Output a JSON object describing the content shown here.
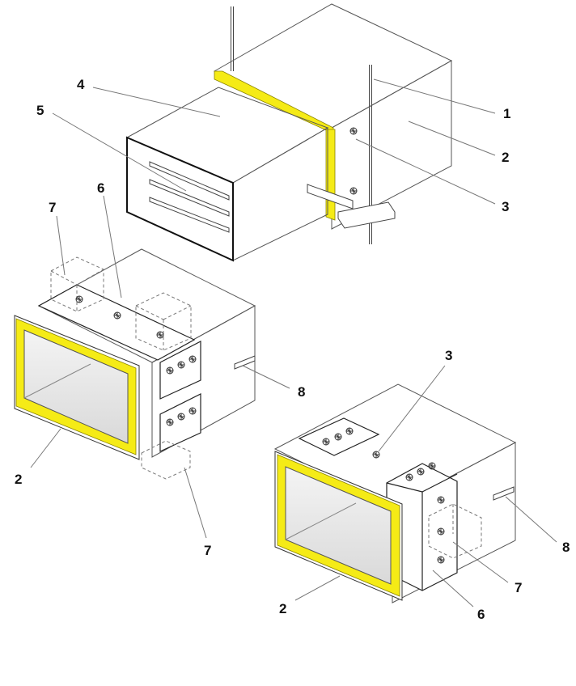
{
  "colors": {
    "insulation": "#F5EB16",
    "insulation_edge": "#8A8300",
    "line": "#555555",
    "panel": "#ffffff",
    "text": "#111111"
  },
  "labels": {
    "top_1": "1",
    "top_2": "2",
    "top_3": "3",
    "top_4": "4",
    "top_5": "5",
    "left_6": "6",
    "left_7_top": "7",
    "left_8": "8",
    "left_2": "2",
    "left_7_bottom": "7",
    "right_3": "3",
    "right_8": "8",
    "right_7": "7",
    "right_6": "6",
    "right_2": "2"
  }
}
